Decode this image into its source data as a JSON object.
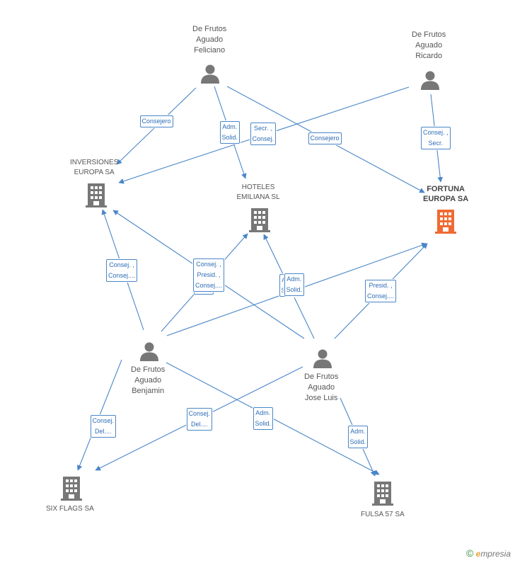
{
  "colors": {
    "edge": "#4a86c8",
    "person": "#777777",
    "company": "#777777",
    "focus_company": "#f06a33"
  },
  "persons": [
    {
      "id": "feliciano",
      "name": "De Frutos\nAguado\nFeliciano",
      "icon": "person-icon"
    },
    {
      "id": "ricardo",
      "name": "De Frutos\nAguado\nRicardo",
      "icon": "person-icon"
    },
    {
      "id": "benjamin",
      "name": "De Frutos\nAguado\nBenjamin",
      "icon": "person-icon"
    },
    {
      "id": "joseluis",
      "name": "De Frutos\nAguado\nJose Luis",
      "icon": "person-icon"
    }
  ],
  "companies": [
    {
      "id": "inversiones",
      "name": "INVERSIONES\nEUROPA SA",
      "icon": "building-icon"
    },
    {
      "id": "hoteles",
      "name": "HOTELES\nEMILIANA SL",
      "icon": "building-icon"
    },
    {
      "id": "fortuna",
      "name": "FORTUNA\nEUROPA SA",
      "icon": "building-icon",
      "focus": true
    },
    {
      "id": "sixflags",
      "name": "SIX FLAGS SA",
      "icon": "building-icon"
    },
    {
      "id": "fulsa",
      "name": "FULSA 57 SA",
      "icon": "building-icon"
    }
  ],
  "edges": [
    {
      "from": "feliciano",
      "to": "inversiones",
      "label": "Consejero"
    },
    {
      "from": "feliciano",
      "to": "hoteles",
      "label": "Adm.\nSolid."
    },
    {
      "from": "feliciano",
      "to": "fortuna",
      "label": "Consejero"
    },
    {
      "from": "ricardo",
      "to": "inversiones",
      "label": "Secr. ,\nConsej."
    },
    {
      "from": "ricardo",
      "to": "fortuna",
      "label": "Consej. ,\nSecr."
    },
    {
      "from": "benjamin",
      "to": "inversiones",
      "label": "Consej. ,\nConsej...."
    },
    {
      "from": "benjamin",
      "to": "hoteles",
      "label": "Adm.\nSolid."
    },
    {
      "from": "benjamin",
      "to": "fortuna",
      "label": "Adm.\nSolid."
    },
    {
      "from": "benjamin",
      "to": "sixflags",
      "label": "Consej.\nDel...."
    },
    {
      "from": "benjamin",
      "to": "fulsa",
      "label": "Adm.\nSolid."
    },
    {
      "from": "joseluis",
      "to": "inversiones",
      "label": "Consej. ,\nPresid. ,\nConsej...."
    },
    {
      "from": "joseluis",
      "to": "hoteles",
      "label": "Adm.\nSolid."
    },
    {
      "from": "joseluis",
      "to": "fortuna",
      "label": "Presid. ,\nConsej...."
    },
    {
      "from": "joseluis",
      "to": "sixflags",
      "label": "Consej.\nDel...."
    },
    {
      "from": "joseluis",
      "to": "fulsa",
      "label": "Adm.\nSolid."
    }
  ],
  "footer": {
    "copyright_symbol": "©",
    "brand_initial": "e",
    "brand_rest": "mpresia"
  }
}
